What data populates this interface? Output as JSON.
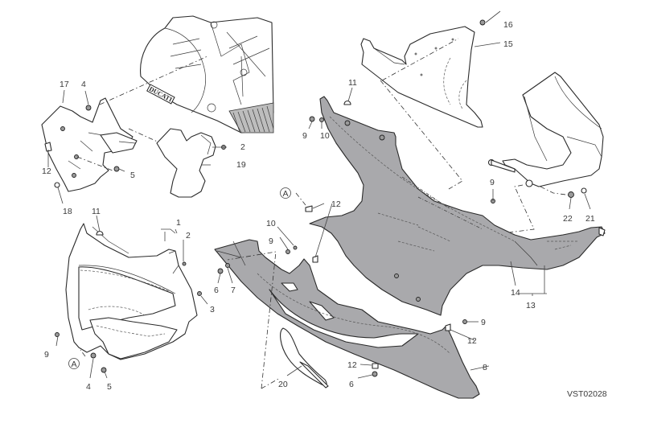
{
  "diagram": {
    "title": "Fairing exploded view",
    "drawing_code": "VST02028",
    "reference_marker": "A",
    "brand_mark": "DUCATI",
    "colors": {
      "part_fill_gray": "#a9a9ac",
      "line": "#2a2a2a",
      "label": "#3a3a3a"
    },
    "callouts": {
      "c1": "1",
      "c2a": "2",
      "c2b": "2",
      "c3": "3",
      "c4a": "4",
      "c4b": "4",
      "c5a": "5",
      "c5b": "5",
      "c6a": "6",
      "c6b": "6",
      "c7": "7",
      "c8": "8",
      "c9a": "9",
      "c9b": "9",
      "c9c": "9",
      "c9d": "9",
      "c9e": "9",
      "c10a": "10",
      "c10b": "10",
      "c11a": "11",
      "c11b": "11",
      "c12a": "12",
      "c12b": "12",
      "c12c": "12",
      "c12d": "12",
      "c13": "13",
      "c14": "14",
      "c15": "15",
      "c16": "16",
      "c17": "17",
      "c18": "18",
      "c19": "19",
      "c20": "20",
      "c21": "21",
      "c22": "22"
    }
  }
}
